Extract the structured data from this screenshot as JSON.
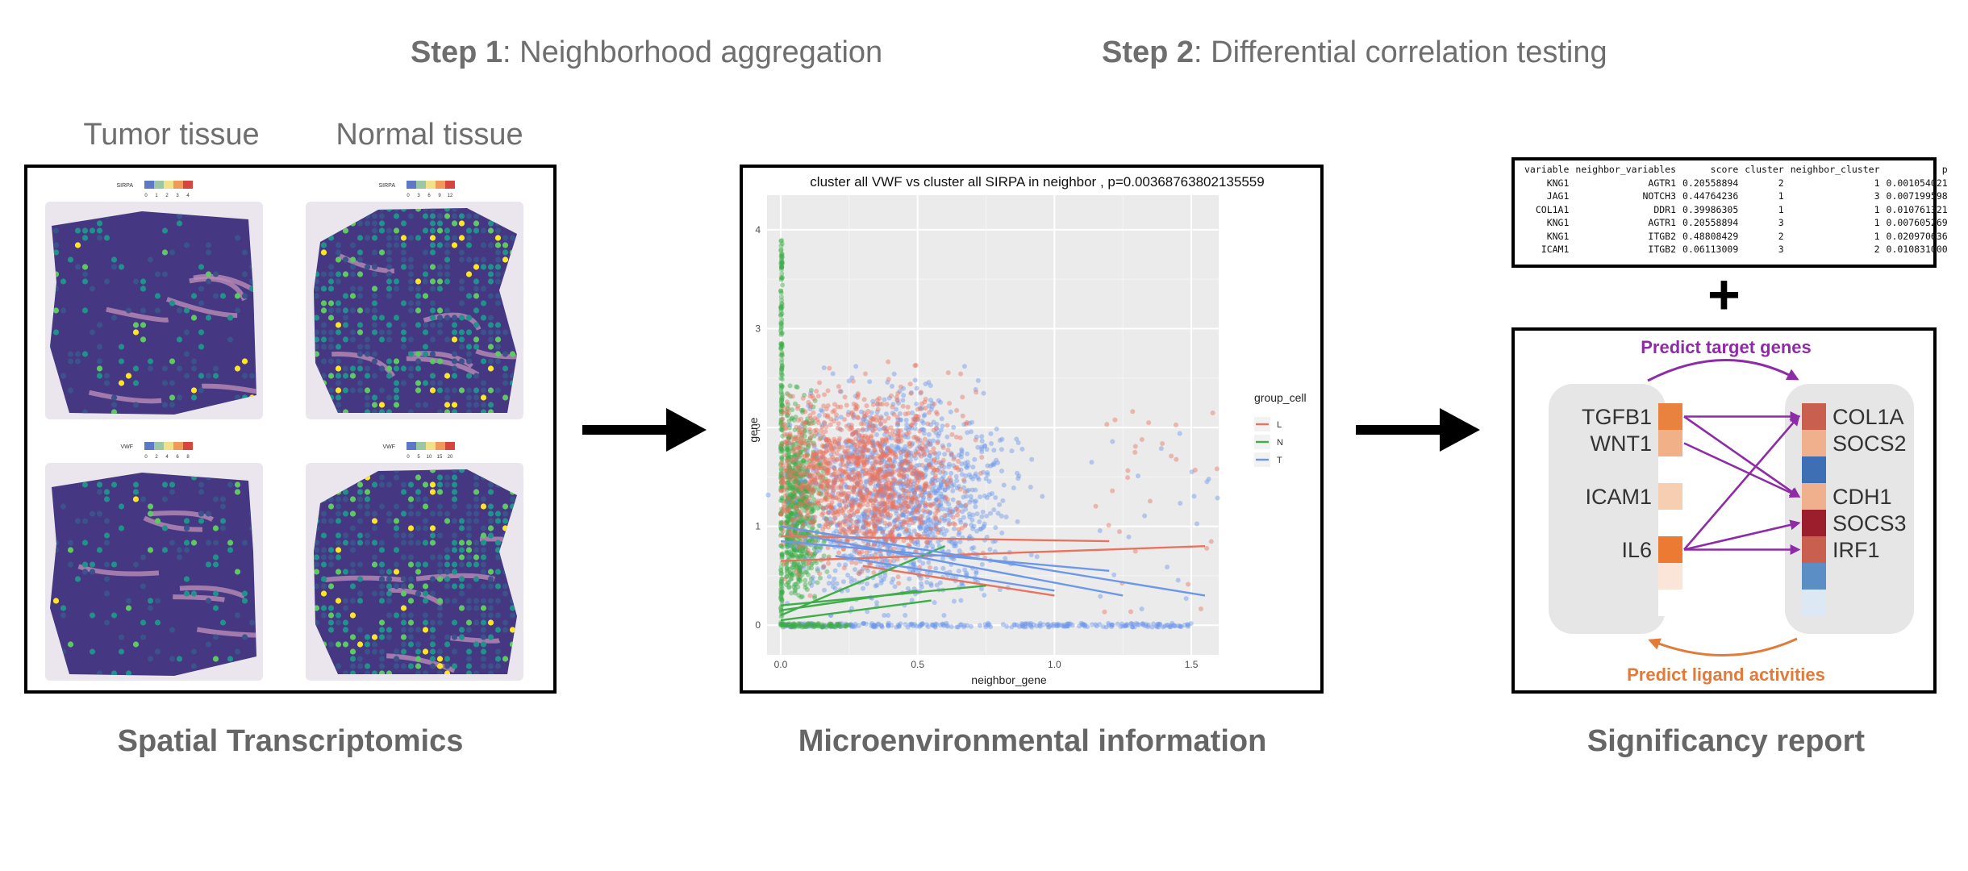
{
  "steps": [
    {
      "bold": "Step 1",
      "text": ": Neighborhood aggregation"
    },
    {
      "bold": "Step 2",
      "text": ": Differential correlation testing"
    }
  ],
  "tissues": {
    "tumor": "Tumor tissue",
    "normal": "Normal tissue"
  },
  "captions": {
    "spatial": "Spatial Transcriptomics",
    "micro": "Microenvironmental information",
    "report": "Significancy report"
  },
  "spatial_maps": [
    {
      "gene": "SIRPA",
      "ticks": [
        "0",
        "1",
        "2",
        "3",
        "4"
      ]
    },
    {
      "gene": "SIRPA",
      "ticks": [
        "0",
        "3",
        "6",
        "9",
        "12"
      ]
    },
    {
      "gene": "VWF",
      "ticks": [
        "0",
        "2",
        "4",
        "6",
        "8"
      ]
    },
    {
      "gene": "VWF",
      "ticks": [
        "0",
        "5",
        "10",
        "15",
        "20"
      ]
    }
  ],
  "chart_data": {
    "type": "scatter",
    "title": "cluster all VWF vs cluster all SIRPA in neighbor , p=0.00368763802135559",
    "xlabel": "neighbor_gene",
    "ylabel": "gene",
    "xlim": [
      -0.05,
      1.6
    ],
    "ylim": [
      -0.3,
      4.35
    ],
    "xticks": [
      "0.0",
      "0.5",
      "1.0",
      "1.5"
    ],
    "yticks": [
      "0",
      "1",
      "2",
      "3",
      "4"
    ],
    "legend_title": "group_cell",
    "legend_position": "right",
    "series": [
      {
        "name": "L",
        "color": "#e8735f",
        "trend_lines": [
          [
            [
              0,
              0.65
            ],
            [
              1.55,
              0.8
            ]
          ],
          [
            [
              0,
              0.9
            ],
            [
              1.2,
              0.85
            ]
          ],
          [
            [
              0.3,
              0.6
            ],
            [
              1.0,
              0.3
            ]
          ]
        ]
      },
      {
        "name": "N",
        "color": "#3fae49",
        "trend_lines": [
          [
            [
              0,
              0.1
            ],
            [
              0.6,
              0.8
            ]
          ],
          [
            [
              0,
              0.05
            ],
            [
              0.55,
              0.25
            ]
          ],
          [
            [
              0,
              0.2
            ],
            [
              0.75,
              0.4
            ]
          ],
          [
            [
              0,
              0.15
            ],
            [
              0.5,
              0.35
            ]
          ]
        ]
      },
      {
        "name": "T",
        "color": "#6d97e8",
        "trend_lines": [
          [
            [
              0,
              1.0
            ],
            [
              1.55,
              0.3
            ]
          ],
          [
            [
              0,
              0.85
            ],
            [
              1.2,
              0.55
            ]
          ],
          [
            [
              0.2,
              0.7
            ],
            [
              1.0,
              0.35
            ]
          ],
          [
            [
              0.1,
              0.9
            ],
            [
              1.25,
              0.3
            ]
          ]
        ]
      }
    ]
  },
  "table": {
    "headers": [
      "variable",
      "neighbor_variables",
      "score",
      "cluster",
      "neighbor_cluster",
      "p"
    ],
    "rows": [
      [
        "KNG1",
        "AGTR1",
        "0.20558894",
        "2",
        "1",
        "0.001054021"
      ],
      [
        "JAG1",
        "NOTCH3",
        "0.44764236",
        "1",
        "3",
        "0.007199598"
      ],
      [
        "COL1A1",
        "DDR1",
        "0.39986305",
        "1",
        "1",
        "0.010761321"
      ],
      [
        "KNG1",
        "AGTR1",
        "0.20558894",
        "3",
        "1",
        "0.007605269"
      ],
      [
        "KNG1",
        "ITGB2",
        "0.48808429",
        "2",
        "1",
        "0.020970636"
      ],
      [
        "ICAM1",
        "ITGB2",
        "0.06113009",
        "3",
        "2",
        "0.010831000"
      ]
    ]
  },
  "plus": "+",
  "nichenet": {
    "top_label": "Predict target genes",
    "bottom_label": "Predict ligand activities",
    "ligands": [
      "TGFB1",
      "WNT1",
      "ICAM1",
      "IL6"
    ],
    "targets": [
      "COL1A",
      "SOCS2",
      "CDH1",
      "SOCS3",
      "IRF1"
    ],
    "ligand_colors": [
      "#e9823f",
      "#f2b088",
      "#ffffff",
      "#f6cfb3",
      "#ffffff",
      "#ec7a33",
      "#fbe4d8",
      "#ffffff"
    ],
    "target_colors": [
      "#c9604f",
      "#f0b08e",
      "#3e6fb5",
      "#f0b08e",
      "#9b1e2c",
      "#c9604f",
      "#5a8ec4",
      "#dce8f4"
    ],
    "purple": "#8e2ba6",
    "orange": "#e27a3a"
  }
}
